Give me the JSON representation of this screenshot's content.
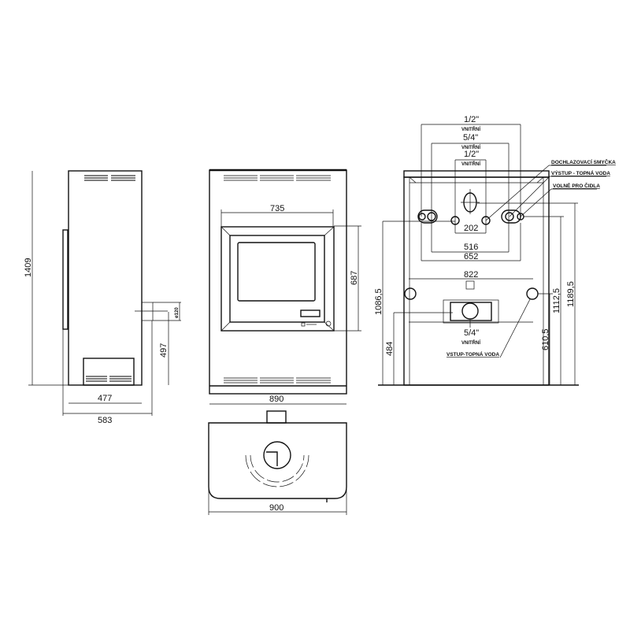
{
  "side_view": {
    "height": "1409",
    "depth_body": "477",
    "depth_total": "583",
    "flue_height": "497",
    "flue_diameter": "ø120"
  },
  "front_view": {
    "door_width": "735",
    "door_height": "687",
    "width": "890"
  },
  "bottom_view": {
    "width": "900"
  },
  "back_view": {
    "top_dim_1": "1/2\"",
    "top_dim_1_note": "VNITŘNÍ",
    "top_dim_2": "5/4\"",
    "top_dim_2_note": "VNITŘNÍ",
    "top_dim_3": "1/2\"",
    "top_dim_3_note": "VNITŘNÍ",
    "spacing_1": "202",
    "spacing_2": "516",
    "spacing_3": "652",
    "spacing_4": "822",
    "bottom_dim": "5/4\"",
    "bottom_dim_note": "VNITŘNÍ",
    "label_cooling_loop": "DOCHLAZOVACÍ SMYČKA",
    "label_outlet": "VÝSTUP - TOPNÁ VODA",
    "label_sensor": "VOLNÉ PRO ČIDLA",
    "label_inlet": "VSTUP-TOPNÁ VODA",
    "h_1086": "1086,5",
    "h_484": "484",
    "h_610": "610,5",
    "h_1112": "1112,5",
    "h_1189": "1189,5"
  }
}
